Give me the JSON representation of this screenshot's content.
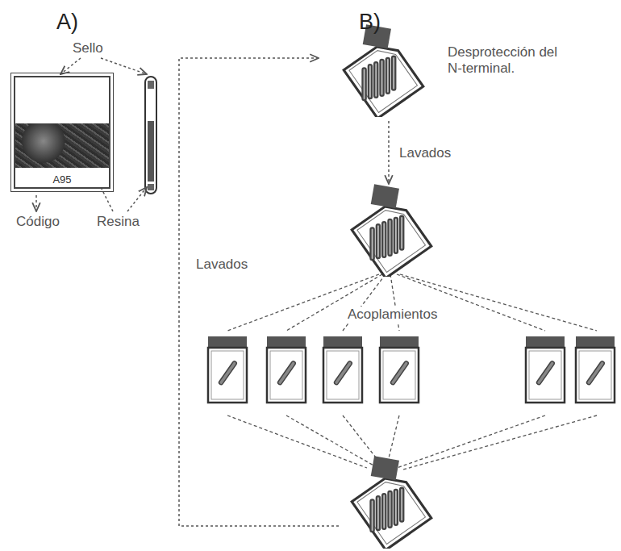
{
  "diagram": {
    "nodes": [
      {
        "text": [
          "A95"
        ]
      }
    ],
    "labels": [
      "A)",
      "B)",
      "Sello",
      "Código",
      "Resina",
      "Desprotección del N-terminal.",
      "Lavados",
      "Lavados",
      "Acoplamientos"
    ]
  }
}
